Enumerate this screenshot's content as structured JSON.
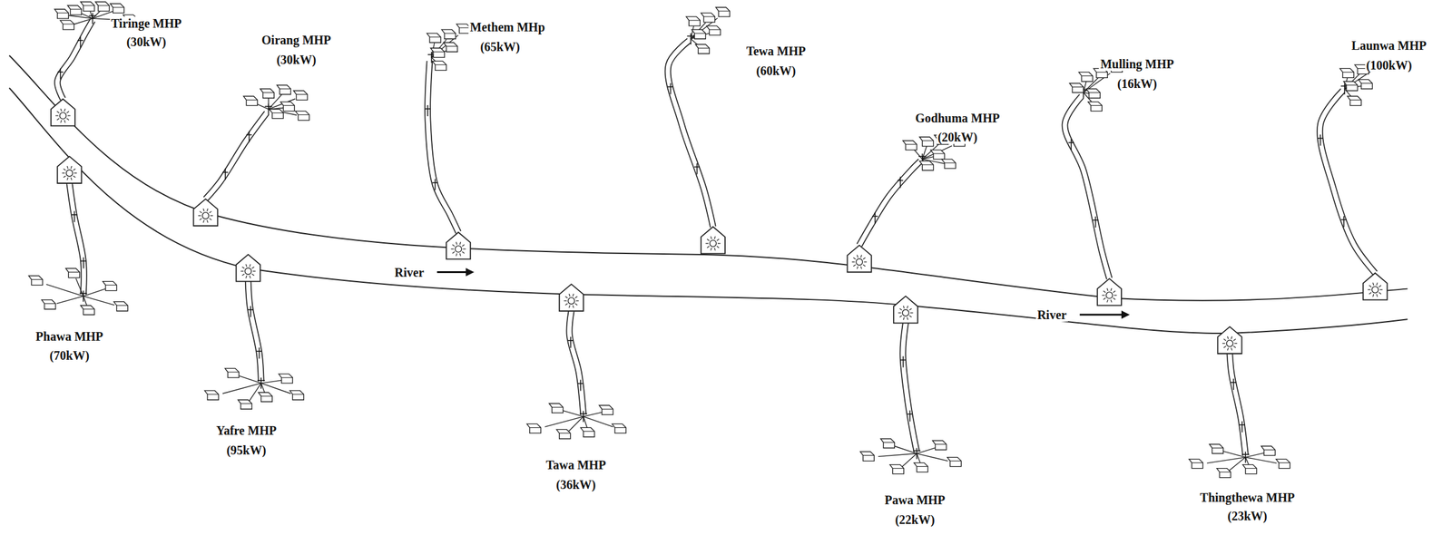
{
  "diagram": {
    "labels": [
      "Tiringe MHP",
      "(30kW)",
      "Oirang MHP",
      "(30kW)",
      "Methem MHp",
      "(65kW)",
      "Tewa MHP",
      "(60kW)",
      "Godhuma MHP",
      "(20kW)",
      "Mulling MHP",
      "(16kW)",
      "Launwa MHP",
      "(100kW)",
      "River",
      "River",
      "Phawa MHP",
      "(70kW)",
      "Yafre MHP",
      "(95kW)",
      "Tawa MHP",
      "(36kW)",
      "Pawa MHP",
      "(22kW)",
      "Thingthewa MHP",
      "(23kW)"
    ]
  }
}
